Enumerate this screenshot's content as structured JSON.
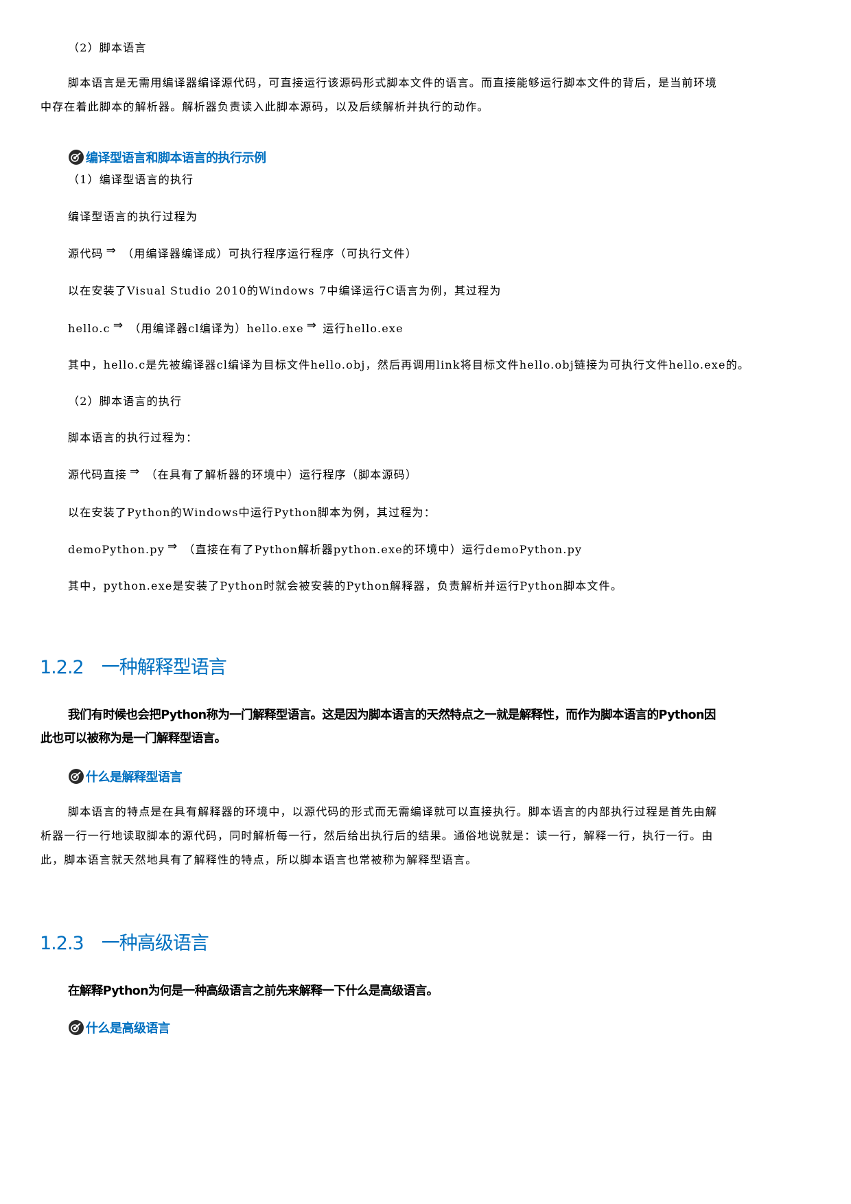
{
  "document": {
    "colors": {
      "accent_blue": "#0070C0",
      "text": "#000000",
      "icon_dark": "#2b2b2b"
    },
    "blocks": {
      "p1_heading": "（2）脚本语言",
      "p1_line1": "脚本语言是无需用编译器编译源代码，可直接运行该源码形式脚本文件的语言。而直接能够运行脚本文件的背后，是当前环境",
      "p1_line2": "中存在着此脚本的解析器。解析器负责读入此脚本源码，以及后续解析并执行的动作。",
      "sub1_title": "编译型语言和脚本语言的执行示例",
      "sub1_item1": "（1）编译型语言的执行",
      "compile_process_label": "编译型语言的执行过程为",
      "compile_flow_a": "源代码",
      "compile_flow_b": "（用编译器编译成）可执行程序运行程序（可执行文件）",
      "compile_example_intro": "以在安装了Visual Studio 2010的Windows 7中编译运行C语言为例，其过程为",
      "compile_example_a": "hello.c",
      "compile_example_b": "（用编译器cl编译为）hello.exe",
      "compile_example_c": "运行hello.exe",
      "compile_example_note": "其中，hello.c是先被编译器cl编译为目标文件hello.obj，然后再调用link将目标文件hello.obj链接为可执行文件hello.exe的。",
      "sub1_item2": "（2）脚本语言的执行",
      "script_process_label": "脚本语言的执行过程为：",
      "script_flow_a": "源代码直接",
      "script_flow_b": "（在具有了解析器的环境中）运行程序（脚本源码）",
      "script_example_intro": "以在安装了Python的Windows中运行Python脚本为例，其过程为：",
      "script_example_a": "demoPython.py",
      "script_example_b": "（直接在有了Python解析器python.exe的环境中）运行demoPython.py",
      "script_example_note": "其中，python.exe是安装了Python时就会被安装的Python解释器，负责解析并运行Python脚本文件。",
      "arrow_symbol": "⇒"
    },
    "section_122": {
      "number": "1.2.2",
      "title": "一种解释型语言",
      "para_line1": "我们有时候也会把Python称为一门解释型语言。这是因为脚本语言的天然特点之一就是解释性，而作为脚本语言的Python因",
      "para_line2": "此也可以被称为是一门解释型语言。",
      "sub_title": "什么是解释型语言",
      "sub_line1": "脚本语言的特点是在具有解释器的环境中，以源代码的形式而无需编译就可以直接执行。脚本语言的内部执行过程是首先由解",
      "sub_line2": "析器一行一行地读取脚本的源代码，同时解析每一行，然后给出执行后的结果。通俗地说就是：读一行，解释一行，执行一行。由",
      "sub_line3": "此，脚本语言就天然地具有了解释性的特点，所以脚本语言也常被称为解释型语言。"
    },
    "section_123": {
      "number": "1.2.3",
      "title": "一种高级语言",
      "para_line1": "在解释Python为何是一种高级语言之前先来解释一下什么是高级语言。",
      "sub_title": "什么是高级语言"
    }
  }
}
